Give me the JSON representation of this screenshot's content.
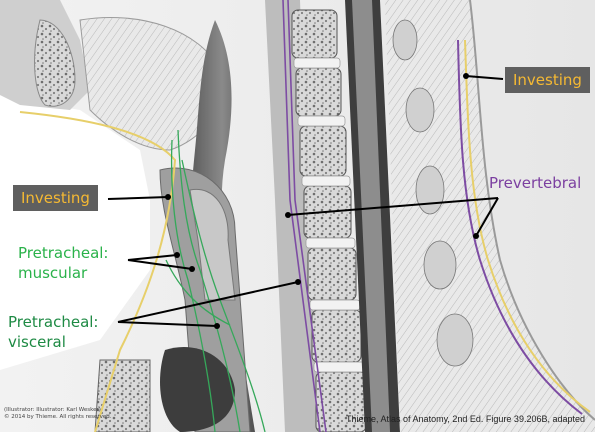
{
  "labels": {
    "investing_left": "Investing",
    "investing_right": "Investing",
    "prevertebral": "Prevertebral",
    "pretracheal_muscular": [
      "Pretracheal:",
      "muscular"
    ],
    "pretracheal_visceral": [
      "Pretracheal:",
      "visceral"
    ]
  },
  "credits": {
    "left": [
      "(Illustrator: Illustrator: Karl Wesker)",
      "© 2014 by Thieme. All rights reserved."
    ],
    "right": "Thieme, Atlas of Anatomy, 2nd Ed. Figure 39.206B, adapted"
  },
  "colors": {
    "label_box_bg": "#5f5f5f",
    "investing_text": "#f5b933",
    "investing_line": "#e7cf6a",
    "prevertebral_text": "#7b3fa0",
    "prevertebral_line": "#7d4ca3",
    "pretracheal_muscular_text": "#2ab24a",
    "pretracheal_visceral_text": "#1e8a44",
    "pretracheal_line": "#35a85a",
    "leader_line": "#000000"
  }
}
